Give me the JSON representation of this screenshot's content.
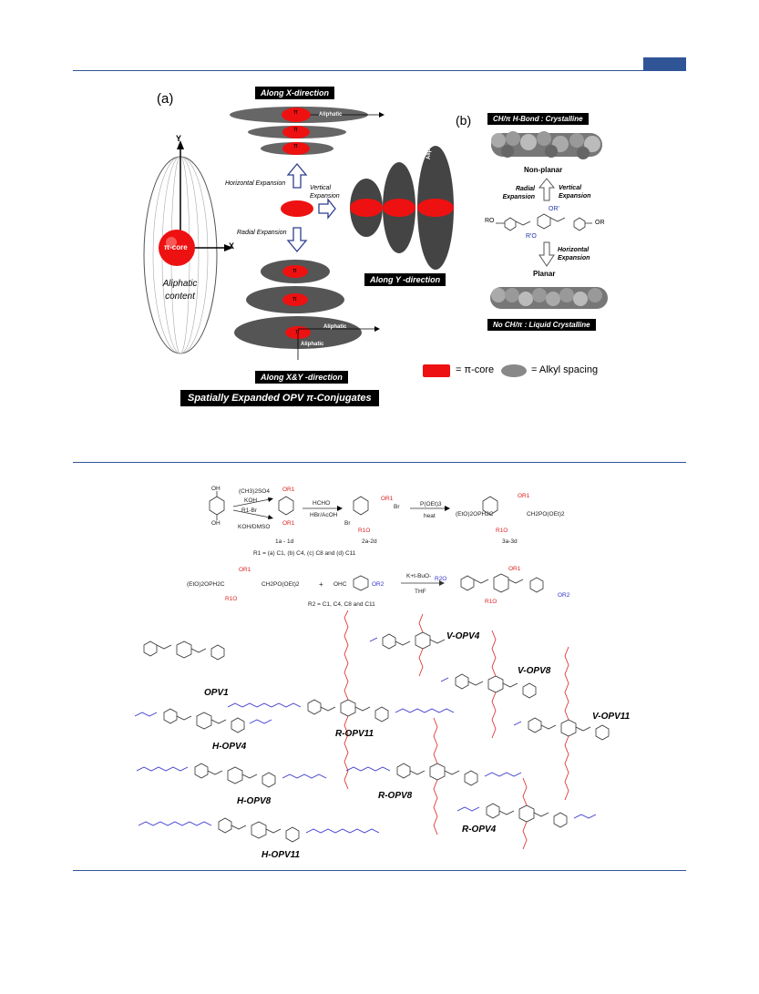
{
  "fig_a": {
    "panel_a": "(a)",
    "panel_b": "(b)",
    "banner_x": "Along X-direction",
    "banner_y": "Along Y -direction",
    "banner_xy": "Along X&Y -direction",
    "banner_title": "Spatially Expanded OPV π-Conjugates",
    "axis_y": "Y",
    "axis_x": "X",
    "core_label": "π-core",
    "aliphatic_content": "Aliphatic content",
    "horizontal_expansion": "Horizontal Expansion",
    "vertical_expansion": "Vertical Expansion",
    "radial_expansion": "Radial Expansion",
    "aliphatic": "Aliphatic",
    "pi": "π",
    "legend_core": "= π-core",
    "legend_alkyl": "= Alkyl spacing"
  },
  "fig_b": {
    "banner_top": "CH/π H-Bond : Crystalline",
    "non_planar": "Non-planar",
    "radial_expansion": "Radial Expansion",
    "vertical_expansion": "Vertical Expansion",
    "horizontal_expansion": "Horizontal Expansion",
    "planar": "Planar",
    "banner_bottom": "No CH/π : Liquid Crystalline",
    "ro": "RO",
    "or": "OR",
    "or_prime": "OR'",
    "r_prime_o": "R'O"
  },
  "scheme": {
    "oh_top": "OH",
    "oh_bottom": "OH",
    "reagent1a": "(CH3)2SO4",
    "reagent1b": "KOH",
    "reagent2a": "R1-Br",
    "reagent2b": "KOH/DMSO",
    "or1": "OR1",
    "label_1": "1a - 1d",
    "reagent3a": "HCHO",
    "reagent3b": "HBr/AcOH",
    "label_2": "2a-2d",
    "reagent4a": "P(OEt)3",
    "reagent4b": "heat",
    "label_3": "3a-3d",
    "r1_def": "R1 = (a) C1, (b) C4, (c) C8 and (d) C11",
    "r2_def": "R2 = C1, C4, C8 and C11",
    "reagent5a": "K+t-BuO-",
    "reagent5b": "THF",
    "phosphonate_left": "(EtO)2OPH2C",
    "phosphonate_right": "CH2PO(OEt)2",
    "aldehyde": "OHC",
    "or2": "OR2",
    "r2o": "R2O",
    "r1o": "R1O",
    "br": "Br",
    "plus": "+"
  },
  "molecules": [
    "OPV1",
    "H-OPV4",
    "H-OPV8",
    "H-OPV11",
    "R-OPV11",
    "R-OPV8",
    "R-OPV4",
    "V-OPV4",
    "V-OPV8",
    "V-OPV11"
  ],
  "colors": {
    "core": "#ff0000",
    "alkyl": "#555555",
    "rule": "#2f5597",
    "blue_chain": "#3333cc",
    "red_chain": "#dd2222"
  }
}
